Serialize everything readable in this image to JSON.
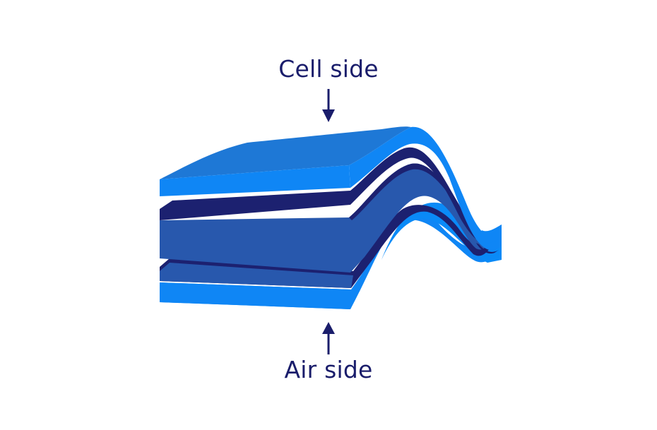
{
  "labels": {
    "top": "Cell side",
    "bottom": "Air side"
  },
  "colors": {
    "text": "#1a1d6b",
    "arrow": "#1a1d6b",
    "layer_light": "#0f86f5",
    "layer_top_face": "#1e78d6",
    "layer_mid": "#2858ad",
    "layer_dark": "#1c2170",
    "background": "#ffffff"
  },
  "diagram": {
    "layers": [
      "top-layer",
      "dark-layer-1",
      "middle-layer",
      "dark-layer-2",
      "bottom-layer"
    ],
    "arrows": [
      "down-arrow",
      "up-arrow"
    ]
  }
}
